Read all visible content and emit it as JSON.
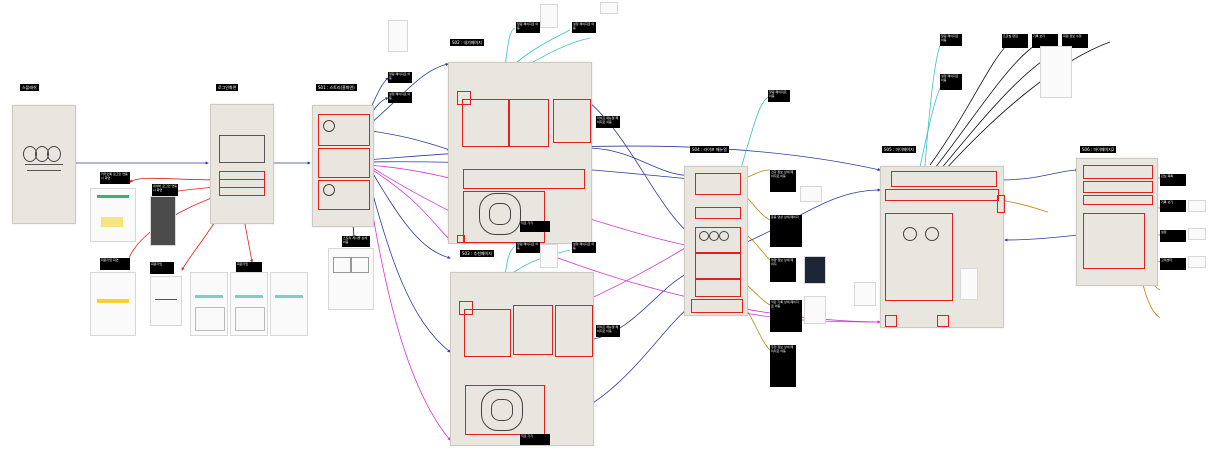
{
  "screens": [
    {
      "id": "splash",
      "label": "스플래쉬"
    },
    {
      "id": "login",
      "label": "로그인화면"
    },
    {
      "id": "s1",
      "label": "S01 : 스토리(홈화면)"
    },
    {
      "id": "s2",
      "label": "S02 : 내가페이지"
    },
    {
      "id": "s3",
      "label": "S03 : 추천페이지"
    },
    {
      "id": "s4",
      "label": "S04 : 라이프 매뉴얼"
    },
    {
      "id": "s5",
      "label": "S05 : 마이페이지"
    },
    {
      "id": "s6",
      "label": "S06 : 마이페이지2"
    }
  ],
  "notes": {
    "login_note1": "카카오톡 로그인 연동 시 화면",
    "login_note2": "네이버 로그인 연동 시 화면",
    "login_note3": "회원가입 화면",
    "login_note4": "회원가입",
    "s2_back": "뒤로 가기",
    "s3_back": "뒤로 가기",
    "s2_top1": "알림 페이지로 이동",
    "s2_top2": "설정 페이지로 이동",
    "s3_top1": "알림 페이지로 이동",
    "s3_top2": "설정 페이지로 이동",
    "s1_side1": "알림 페이지로 이동",
    "s1_side2": "설정 페이지로 이동",
    "s1_bottom": "스토리 게시물 상세 이동",
    "s2_side": "라이프 매뉴얼 페이지로 이동",
    "s3_side": "라이프 매뉴얼 페이지로 이동",
    "s4_n1": "알림 페이지로 이동",
    "s4_n2": "건강 정보 상세 페이지로 이동",
    "s4_n3": "운동 영상 상세 페이지",
    "s4_n4": "영양 정보 상세 페이지",
    "s4_n5": "식단 기록 상세 페이지로 이동",
    "s4_n6": "추천 정보 상세 페이지로 이동",
    "s5_n1": "알림 페이지로 이동",
    "s5_n2": "설정 페이지로 이동",
    "s5_n3": "프로필 편집",
    "s5_n4": "기록 보기",
    "s5_n5": "회원 정보 수정",
    "s6_n1": "관심 목록",
    "s6_n2": "기록 보기",
    "s6_n3": "설정",
    "s6_n4": "고객센터"
  },
  "colors": {
    "frame_border": "#e0201c",
    "arrow_blue": "#2c3e9a",
    "arrow_red": "#e0201c",
    "arrow_magenta": "#d33ad6",
    "arrow_teal": "#3cc1c1",
    "arrow_gold": "#b8860b",
    "arrow_black": "#111111",
    "kakao_yellow": "#f3d332",
    "naver_green": "#38b27a",
    "label_bg": "#000000"
  }
}
